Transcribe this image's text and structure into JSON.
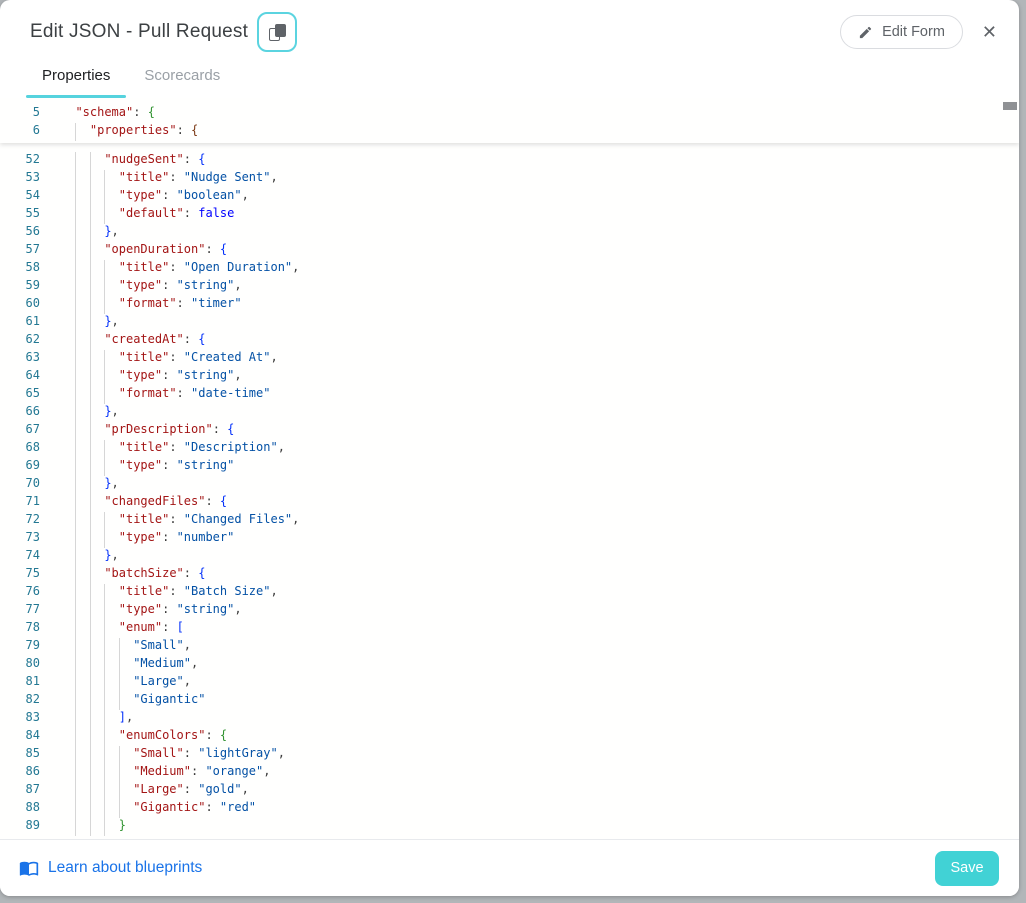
{
  "header": {
    "title": "Edit JSON - Pull Request",
    "edit_form_label": "Edit Form",
    "close_glyph": "✕"
  },
  "tabs": [
    {
      "label": "Properties",
      "active": true
    },
    {
      "label": "Scorecards",
      "active": false
    }
  ],
  "editor": {
    "sticky_lines": [
      {
        "n": 5,
        "i": 1,
        "t": [
          [
            "k",
            "schema"
          ],
          [
            "p",
            ": "
          ],
          [
            "b2",
            "{"
          ]
        ]
      },
      {
        "n": 6,
        "i": 2,
        "t": [
          [
            "k",
            "properties"
          ],
          [
            "p",
            ": "
          ],
          [
            "b3",
            "{"
          ]
        ]
      }
    ],
    "lines": [
      {
        "n": 52,
        "i": 3,
        "t": [
          [
            "k",
            "nudgeSent"
          ],
          [
            "p",
            ": "
          ],
          [
            "b1",
            "{"
          ]
        ]
      },
      {
        "n": 53,
        "i": 4,
        "t": [
          [
            "k",
            "title"
          ],
          [
            "p",
            ": "
          ],
          [
            "s",
            "Nudge Sent"
          ],
          [
            "p",
            ","
          ]
        ]
      },
      {
        "n": 54,
        "i": 4,
        "t": [
          [
            "k",
            "type"
          ],
          [
            "p",
            ": "
          ],
          [
            "s",
            "boolean"
          ],
          [
            "p",
            ","
          ]
        ]
      },
      {
        "n": 55,
        "i": 4,
        "t": [
          [
            "k",
            "default"
          ],
          [
            "p",
            ": "
          ],
          [
            "w",
            "false"
          ]
        ]
      },
      {
        "n": 56,
        "i": 3,
        "t": [
          [
            "b1",
            "}"
          ],
          [
            "p",
            ","
          ]
        ]
      },
      {
        "n": 57,
        "i": 3,
        "t": [
          [
            "k",
            "openDuration"
          ],
          [
            "p",
            ": "
          ],
          [
            "b1",
            "{"
          ]
        ]
      },
      {
        "n": 58,
        "i": 4,
        "t": [
          [
            "k",
            "title"
          ],
          [
            "p",
            ": "
          ],
          [
            "s",
            "Open Duration"
          ],
          [
            "p",
            ","
          ]
        ]
      },
      {
        "n": 59,
        "i": 4,
        "t": [
          [
            "k",
            "type"
          ],
          [
            "p",
            ": "
          ],
          [
            "s",
            "string"
          ],
          [
            "p",
            ","
          ]
        ]
      },
      {
        "n": 60,
        "i": 4,
        "t": [
          [
            "k",
            "format"
          ],
          [
            "p",
            ": "
          ],
          [
            "s",
            "timer"
          ]
        ]
      },
      {
        "n": 61,
        "i": 3,
        "t": [
          [
            "b1",
            "}"
          ],
          [
            "p",
            ","
          ]
        ]
      },
      {
        "n": 62,
        "i": 3,
        "t": [
          [
            "k",
            "createdAt"
          ],
          [
            "p",
            ": "
          ],
          [
            "b1",
            "{"
          ]
        ]
      },
      {
        "n": 63,
        "i": 4,
        "t": [
          [
            "k",
            "title"
          ],
          [
            "p",
            ": "
          ],
          [
            "s",
            "Created At"
          ],
          [
            "p",
            ","
          ]
        ]
      },
      {
        "n": 64,
        "i": 4,
        "t": [
          [
            "k",
            "type"
          ],
          [
            "p",
            ": "
          ],
          [
            "s",
            "string"
          ],
          [
            "p",
            ","
          ]
        ]
      },
      {
        "n": 65,
        "i": 4,
        "t": [
          [
            "k",
            "format"
          ],
          [
            "p",
            ": "
          ],
          [
            "s",
            "date-time"
          ]
        ]
      },
      {
        "n": 66,
        "i": 3,
        "t": [
          [
            "b1",
            "}"
          ],
          [
            "p",
            ","
          ]
        ]
      },
      {
        "n": 67,
        "i": 3,
        "t": [
          [
            "k",
            "prDescription"
          ],
          [
            "p",
            ": "
          ],
          [
            "b1",
            "{"
          ]
        ]
      },
      {
        "n": 68,
        "i": 4,
        "t": [
          [
            "k",
            "title"
          ],
          [
            "p",
            ": "
          ],
          [
            "s",
            "Description"
          ],
          [
            "p",
            ","
          ]
        ]
      },
      {
        "n": 69,
        "i": 4,
        "t": [
          [
            "k",
            "type"
          ],
          [
            "p",
            ": "
          ],
          [
            "s",
            "string"
          ]
        ]
      },
      {
        "n": 70,
        "i": 3,
        "t": [
          [
            "b1",
            "}"
          ],
          [
            "p",
            ","
          ]
        ]
      },
      {
        "n": 71,
        "i": 3,
        "t": [
          [
            "k",
            "changedFiles"
          ],
          [
            "p",
            ": "
          ],
          [
            "b1",
            "{"
          ]
        ]
      },
      {
        "n": 72,
        "i": 4,
        "t": [
          [
            "k",
            "title"
          ],
          [
            "p",
            ": "
          ],
          [
            "s",
            "Changed Files"
          ],
          [
            "p",
            ","
          ]
        ]
      },
      {
        "n": 73,
        "i": 4,
        "t": [
          [
            "k",
            "type"
          ],
          [
            "p",
            ": "
          ],
          [
            "s",
            "number"
          ]
        ]
      },
      {
        "n": 74,
        "i": 3,
        "t": [
          [
            "b1",
            "}"
          ],
          [
            "p",
            ","
          ]
        ]
      },
      {
        "n": 75,
        "i": 3,
        "t": [
          [
            "k",
            "batchSize"
          ],
          [
            "p",
            ": "
          ],
          [
            "b1",
            "{"
          ]
        ]
      },
      {
        "n": 76,
        "i": 4,
        "t": [
          [
            "k",
            "title"
          ],
          [
            "p",
            ": "
          ],
          [
            "s",
            "Batch Size"
          ],
          [
            "p",
            ","
          ]
        ]
      },
      {
        "n": 77,
        "i": 4,
        "t": [
          [
            "k",
            "type"
          ],
          [
            "p",
            ": "
          ],
          [
            "s",
            "string"
          ],
          [
            "p",
            ","
          ]
        ]
      },
      {
        "n": 78,
        "i": 4,
        "t": [
          [
            "k",
            "enum"
          ],
          [
            "p",
            ": "
          ],
          [
            "b1",
            "["
          ]
        ]
      },
      {
        "n": 79,
        "i": 5,
        "t": [
          [
            "s",
            "Small"
          ],
          [
            "p",
            ","
          ]
        ]
      },
      {
        "n": 80,
        "i": 5,
        "t": [
          [
            "s",
            "Medium"
          ],
          [
            "p",
            ","
          ]
        ]
      },
      {
        "n": 81,
        "i": 5,
        "t": [
          [
            "s",
            "Large"
          ],
          [
            "p",
            ","
          ]
        ]
      },
      {
        "n": 82,
        "i": 5,
        "t": [
          [
            "s",
            "Gigantic"
          ]
        ]
      },
      {
        "n": 83,
        "i": 4,
        "t": [
          [
            "b1",
            "]"
          ],
          [
            "p",
            ","
          ]
        ]
      },
      {
        "n": 84,
        "i": 4,
        "t": [
          [
            "k",
            "enumColors"
          ],
          [
            "p",
            ": "
          ],
          [
            "b2",
            "{"
          ]
        ]
      },
      {
        "n": 85,
        "i": 5,
        "t": [
          [
            "k",
            "Small"
          ],
          [
            "p",
            ": "
          ],
          [
            "s",
            "lightGray"
          ],
          [
            "p",
            ","
          ]
        ]
      },
      {
        "n": 86,
        "i": 5,
        "t": [
          [
            "k",
            "Medium"
          ],
          [
            "p",
            ": "
          ],
          [
            "s",
            "orange"
          ],
          [
            "p",
            ","
          ]
        ]
      },
      {
        "n": 87,
        "i": 5,
        "t": [
          [
            "k",
            "Large"
          ],
          [
            "p",
            ": "
          ],
          [
            "s",
            "gold"
          ],
          [
            "p",
            ","
          ]
        ]
      },
      {
        "n": 88,
        "i": 5,
        "t": [
          [
            "k",
            "Gigantic"
          ],
          [
            "p",
            ": "
          ],
          [
            "s",
            "red"
          ]
        ]
      },
      {
        "n": 89,
        "i": 4,
        "t": [
          [
            "b2",
            "}"
          ]
        ]
      }
    ]
  },
  "footer": {
    "link_label": "Learn about blueprints",
    "save_label": "Save"
  },
  "colors": {
    "accent_teal": "#41D2D5",
    "focus_ring_teal": "#5BD4E0",
    "tab_underline_teal": "#56D3DE",
    "link_blue": "#1A73E8",
    "json_key": "#A31515",
    "json_string": "#0451A5",
    "json_keyword": "#0000FF",
    "bracket_blue": "#0431FA",
    "bracket_green": "#319331",
    "bracket_brown": "#7B3814",
    "line_number": "#237893",
    "indent_guide": "#D6D6D6"
  }
}
